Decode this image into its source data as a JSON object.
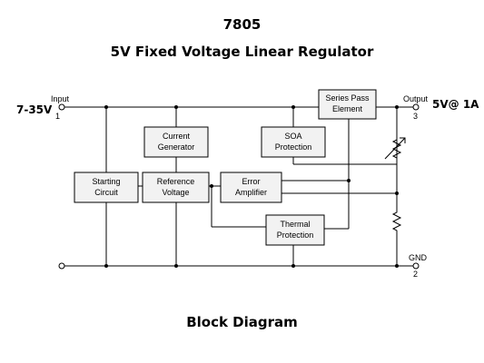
{
  "title": "7805",
  "subtitle": "5V Fixed Voltage Linear Regulator",
  "caption": "Block Diagram",
  "input_range": "7-35V",
  "output_rating": "5V@ 1A",
  "pins": {
    "input": {
      "label": "Input",
      "number": "1"
    },
    "output": {
      "label": "Output",
      "number": "3"
    },
    "gnd": {
      "label": "GND",
      "number": "2"
    }
  },
  "blocks": {
    "series_pass": [
      "Series Pass",
      "Element"
    ],
    "current_gen": [
      "Current",
      "Generator"
    ],
    "soa": [
      "SOA",
      "Protection"
    ],
    "starting": [
      "Starting",
      "Circuit"
    ],
    "reference": [
      "Reference",
      "Voltage"
    ],
    "error_amp": [
      "Error",
      "Amplifier"
    ],
    "thermal": [
      "Thermal",
      "Protection"
    ]
  }
}
